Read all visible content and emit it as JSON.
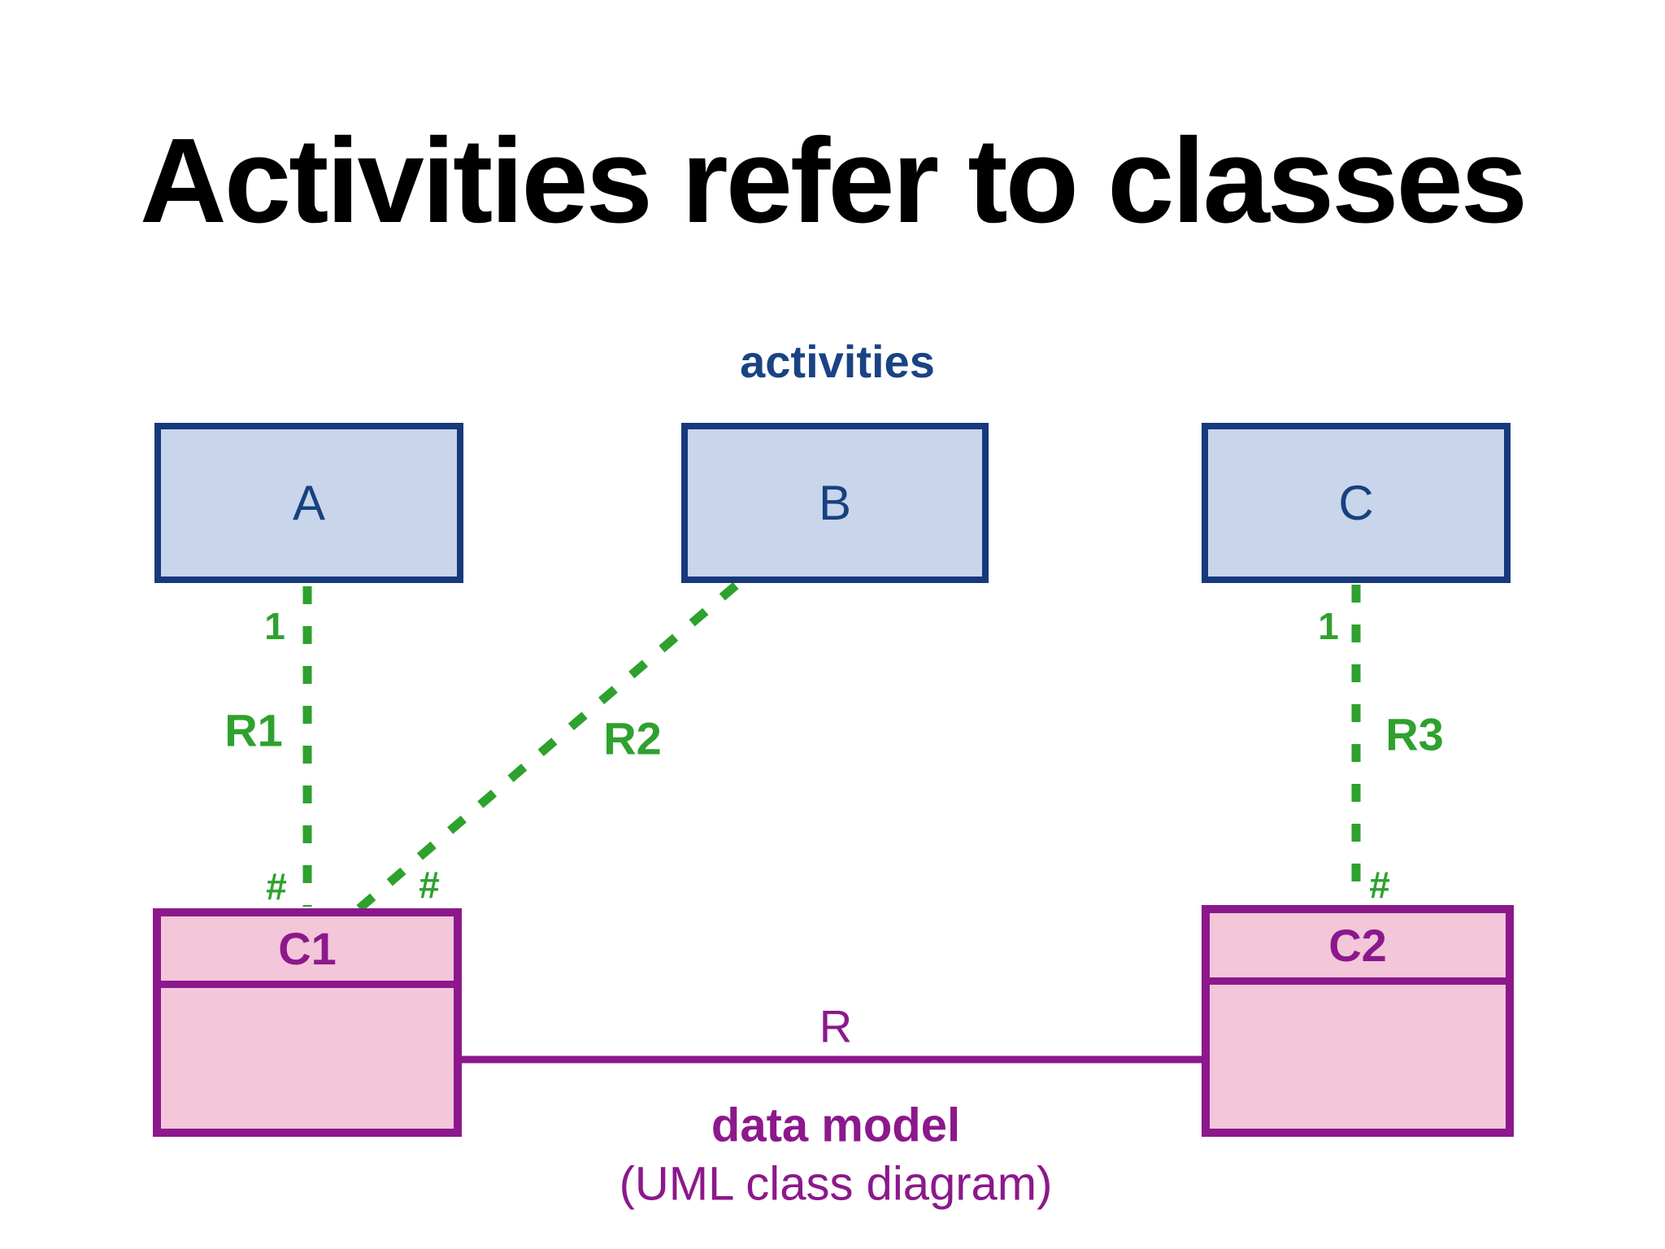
{
  "title": "Activities refer to classes",
  "colors": {
    "title_black": "#000000",
    "label_blue": "#1a4384",
    "activity_fill": "#c9d5ea",
    "activity_border": "#17397c",
    "activity_text": "#17417f",
    "green": "#2ea12e",
    "purple": "#8c188c",
    "class_fill": "#f3c6d9"
  },
  "activities": {
    "group_label": "activities",
    "boxes": [
      {
        "label": "A"
      },
      {
        "label": "B"
      },
      {
        "label": "C"
      }
    ]
  },
  "classes": {
    "boxes": [
      {
        "label": "C1"
      },
      {
        "label": "C2"
      }
    ]
  },
  "relations": {
    "r1": {
      "label": "R1",
      "multiplicity_activity": "1",
      "multiplicity_class": "#"
    },
    "r2": {
      "label": "R2",
      "multiplicity_class": "#"
    },
    "r3": {
      "label": "R3",
      "multiplicity_activity": "1",
      "multiplicity_class": "#"
    },
    "r": {
      "label": "R"
    }
  },
  "caption": {
    "line1": "data model",
    "line2": "(UML class diagram)"
  }
}
